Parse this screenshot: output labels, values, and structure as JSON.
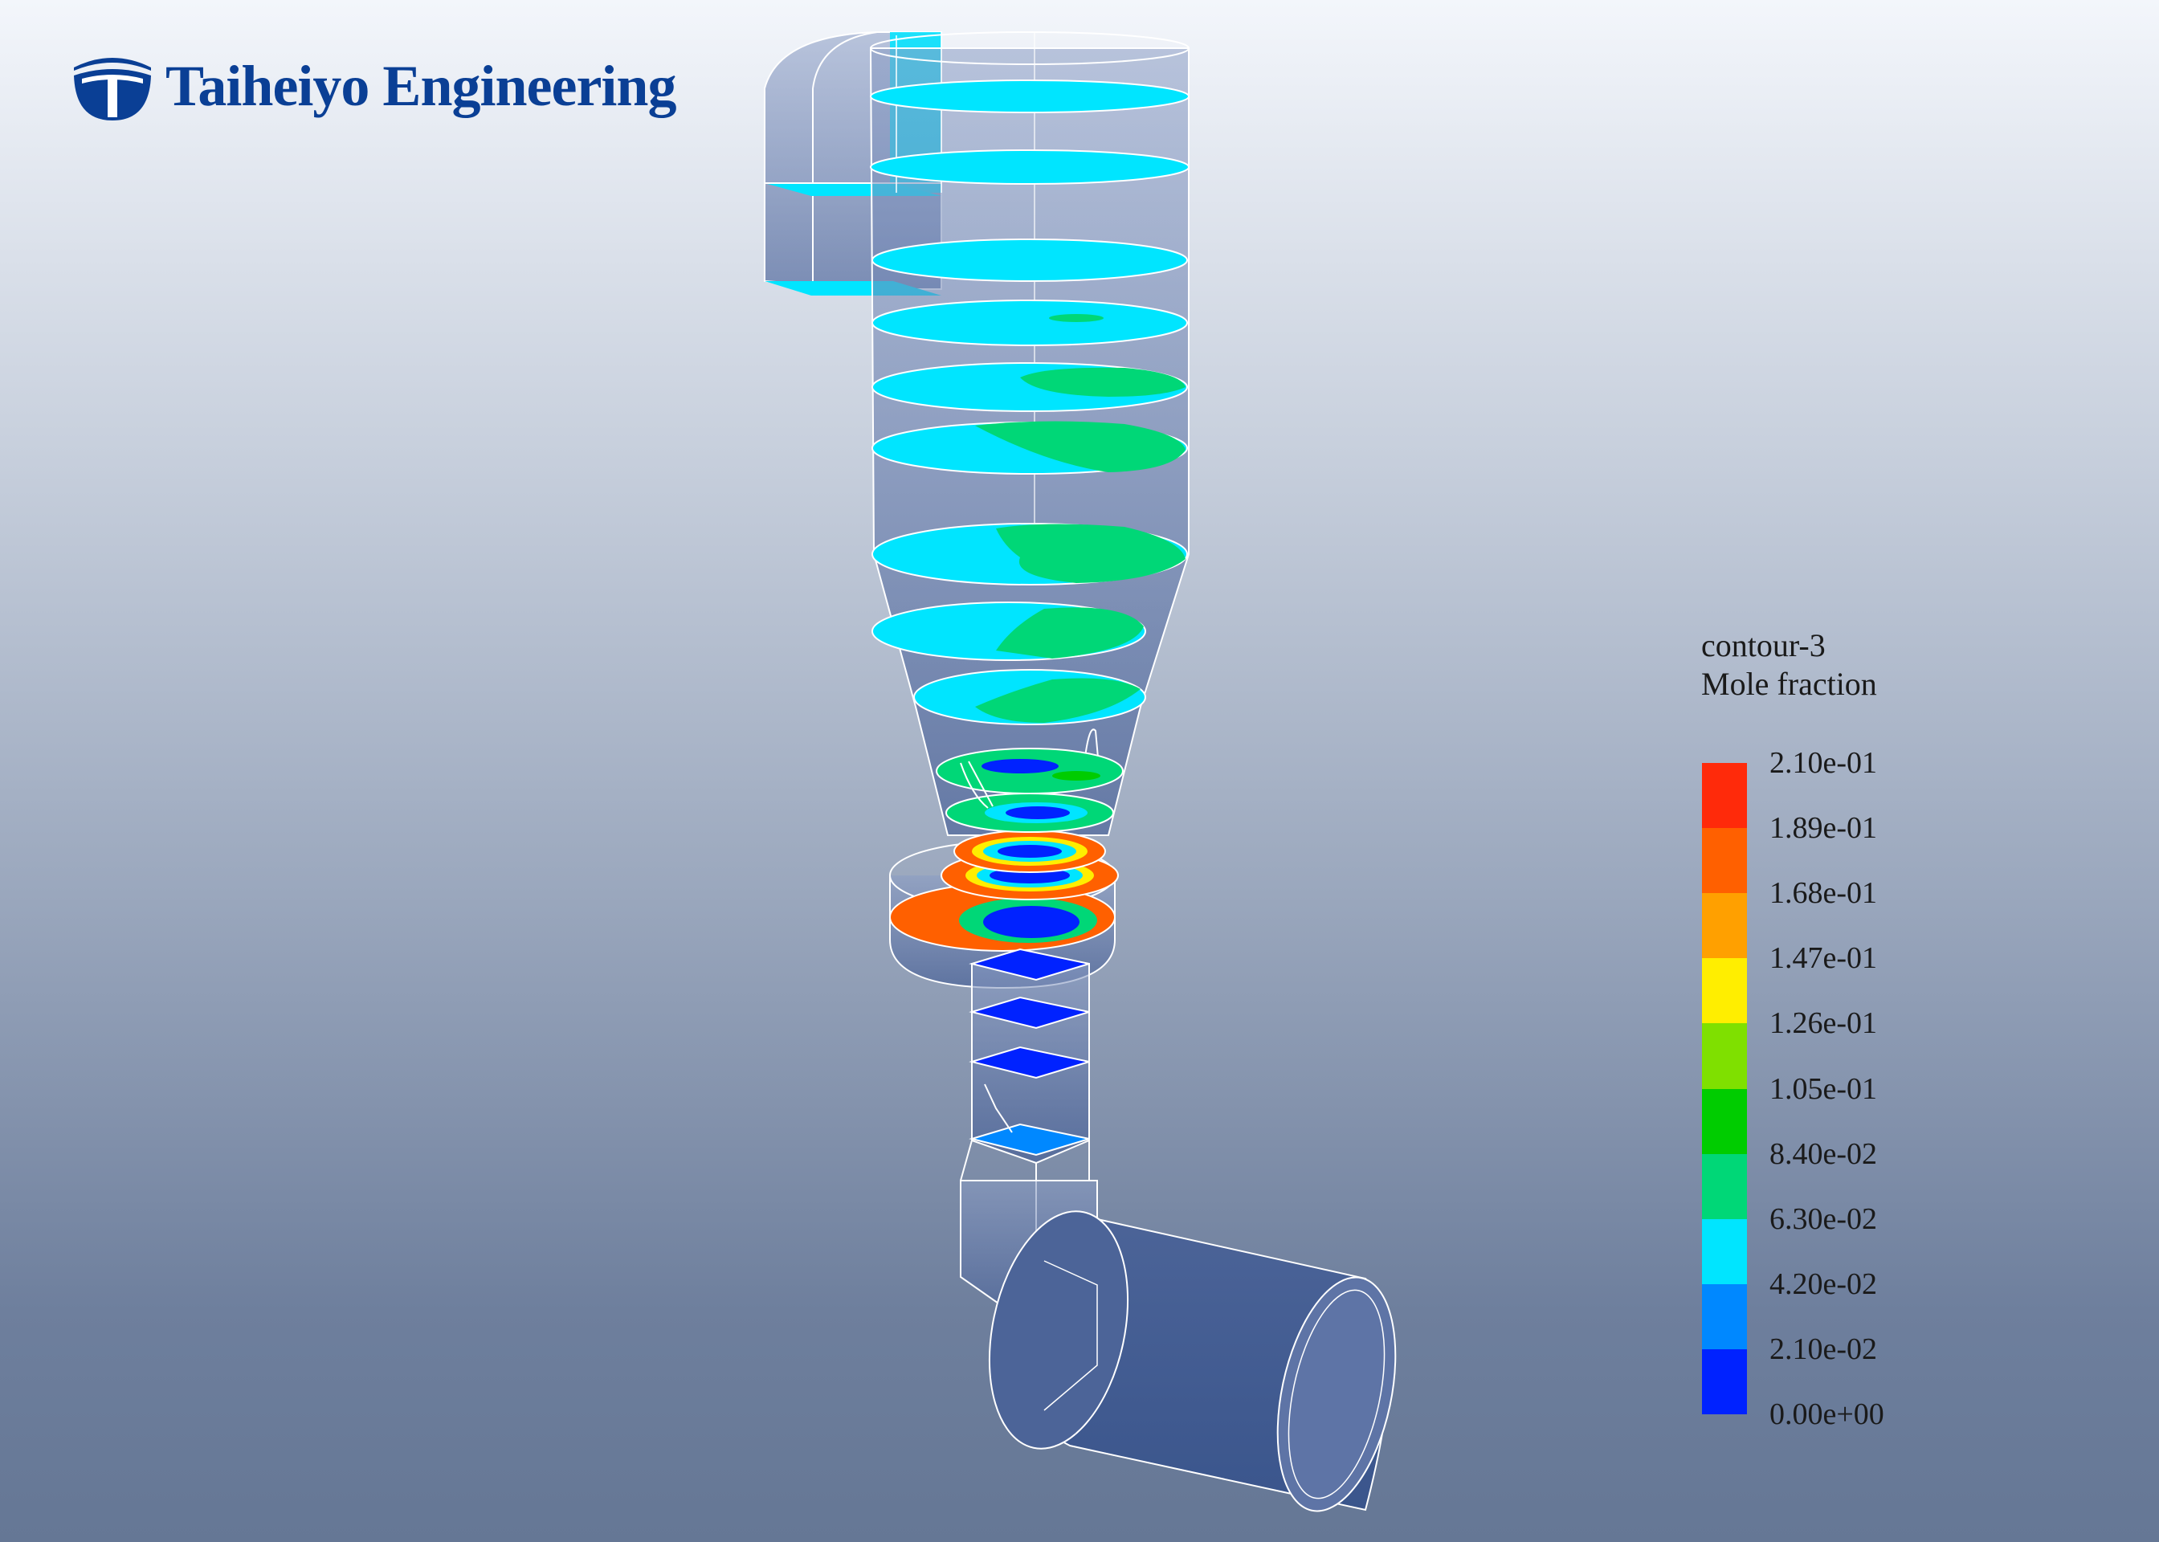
{
  "brand": {
    "name": "Taiheiyo Engineering",
    "color": "#0a3f95"
  },
  "legend": {
    "title": "contour-3",
    "subtitle": "Mole fraction",
    "ticks": [
      "2.10e-01",
      "1.89e-01",
      "1.68e-01",
      "1.47e-01",
      "1.26e-01",
      "1.05e-01",
      "8.40e-02",
      "6.30e-02",
      "4.20e-02",
      "2.10e-02",
      "0.00e+00"
    ],
    "colors": [
      "#ff2a0a",
      "#ff6000",
      "#ffa000",
      "#ffee00",
      "#7fe000",
      "#00cc00",
      "#00d777",
      "#00e5ff",
      "#0088ff",
      "#0022ff"
    ]
  },
  "colors": {
    "vessel_fill": "#5b6f9c",
    "edge": "#ffffff",
    "cyan": "#00e5ff",
    "green": "#00d777",
    "orange": "#ff6000",
    "blue": "#0022ff"
  }
}
